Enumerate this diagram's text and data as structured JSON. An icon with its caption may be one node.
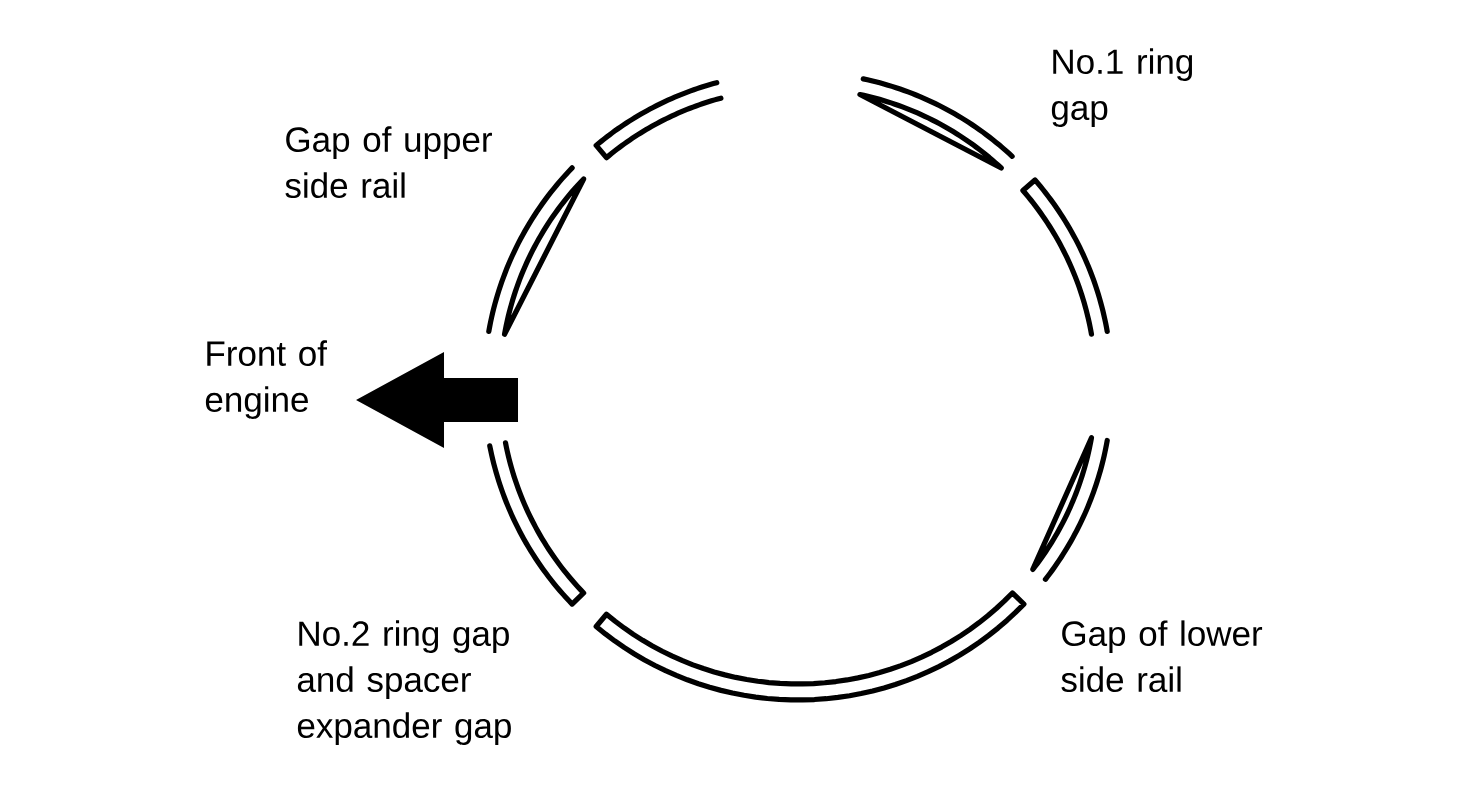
{
  "diagram": {
    "labels": [
      "No.1 ring gap",
      "Gap of upper side rail",
      "Front of engine",
      "No.2 ring gap and spacer expander gap",
      "Gap of lower side rail"
    ]
  }
}
